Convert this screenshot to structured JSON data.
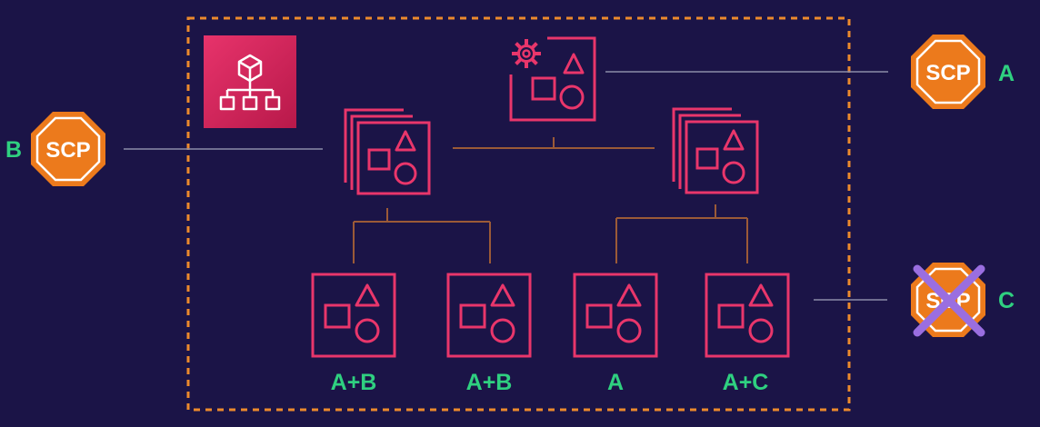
{
  "colors": {
    "background": "#1b1447",
    "account_pink": "#e9366b",
    "scp_orange": "#ec7a1c",
    "boundary_orange": "#ec8a2c",
    "connector_brown": "#9b5a37",
    "line_gray": "#8b8ba8",
    "label_green": "#2fd080",
    "cross_purple": "#9a6ee0",
    "org_icon_gradient": [
      "#e7336b",
      "#b8194a"
    ]
  },
  "icons": {
    "organizations": "aws-organizations-icon",
    "management_account": "management-account-gear-icon",
    "organizational_unit": "organizational-unit-icon",
    "account": "account-shapes-icon",
    "scp": "stop-sign-icon",
    "disabled": "cross-icon"
  },
  "policies": {
    "root": {
      "badge": "SCP",
      "letter": "A"
    },
    "ou_left": {
      "badge": "SCP",
      "letter": "B"
    },
    "account_disabled": {
      "badge": "SCP",
      "letter": "C"
    }
  },
  "accounts": [
    {
      "label": "A+B"
    },
    {
      "label": "A+B"
    },
    {
      "label": "A"
    },
    {
      "label": "A+C"
    }
  ]
}
